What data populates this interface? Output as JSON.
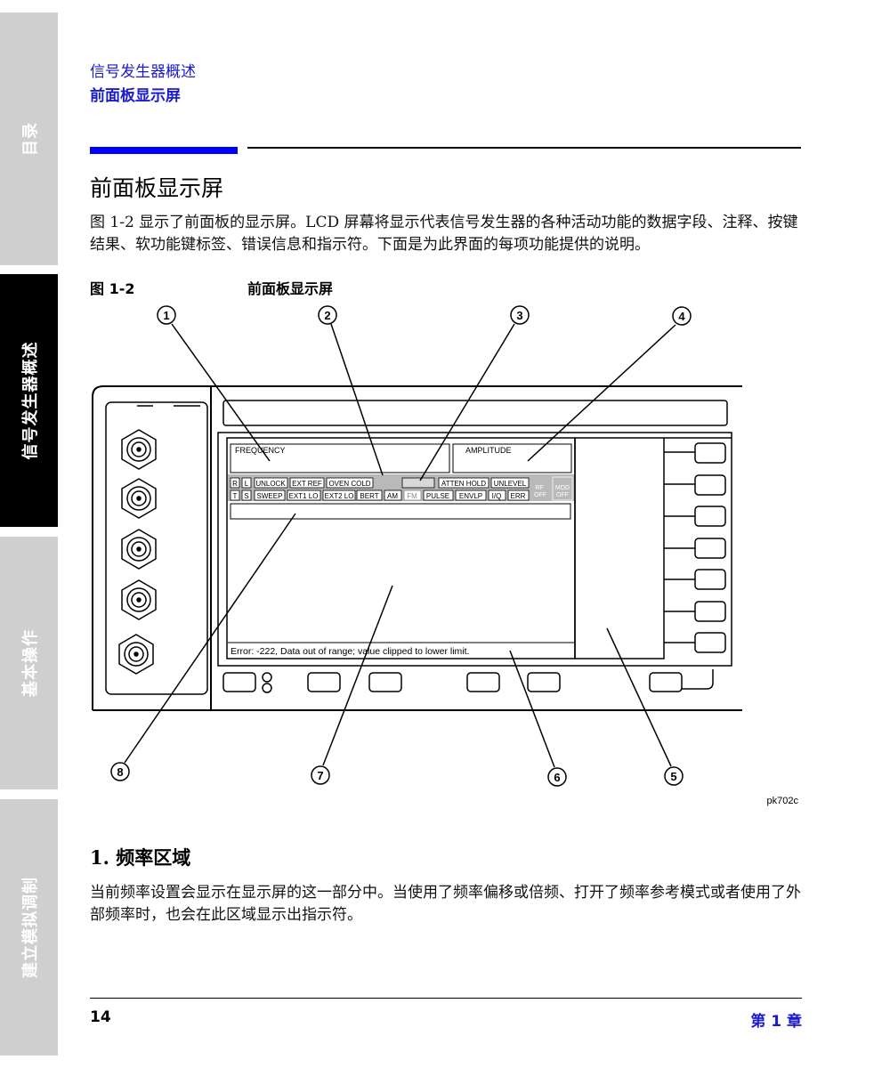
{
  "side_tabs": [
    {
      "label": "目录"
    },
    {
      "label": "信号发生器概述"
    },
    {
      "label": "基本操作"
    },
    {
      "label": "建立模拟调制"
    }
  ],
  "header": {
    "line1": "信号发生器概述",
    "line2": "前面板显示屏"
  },
  "section_title": "前面板显示屏",
  "intro_paragraph": "图 1-2 显示了前面板的显示屏。LCD 屏幕将显示代表信号发生器的各种活动功能的数据字段、注释、按键结果、软功能键标签、错误信息和指示符。下面是为此界面的每项功能提供的说明。",
  "figure": {
    "label": "图 1-2",
    "caption": "前面板显示屏",
    "id": "pk702c",
    "callouts": [
      "1",
      "2",
      "3",
      "4",
      "5",
      "6",
      "7",
      "8"
    ],
    "display": {
      "frequency_label": "FREQUENCY",
      "amplitude_label": "AMPLITUDE",
      "error_message": "Error: -222, Data out of range; value clipped to lower limit.",
      "row1": [
        "R",
        "L",
        "UNLOCK",
        "EXT REF",
        "OVEN COLD",
        "ATTEN HOLD",
        "UNLEVEL"
      ],
      "row2": [
        "T",
        "S",
        "SWEEP",
        "EXT1 LO",
        "EXT2 LO",
        "BERT",
        "AM",
        "FM",
        "PULSE",
        "ENVLP",
        "I/Q",
        "ERR"
      ],
      "rf_off": [
        "RF",
        "OFF"
      ],
      "mod_off": [
        "MOD",
        "OFF"
      ]
    }
  },
  "subsection_title": "1. 频率区域",
  "subsection_paragraph": "当前频率设置会显示在显示屏的这一部分中。当使用了频率偏移或倍频、打开了频率参考模式或者使用了外部频率时，也会在此区域显示出指示符。",
  "footer": {
    "page_number": "14",
    "chapter": "第 1 章"
  }
}
